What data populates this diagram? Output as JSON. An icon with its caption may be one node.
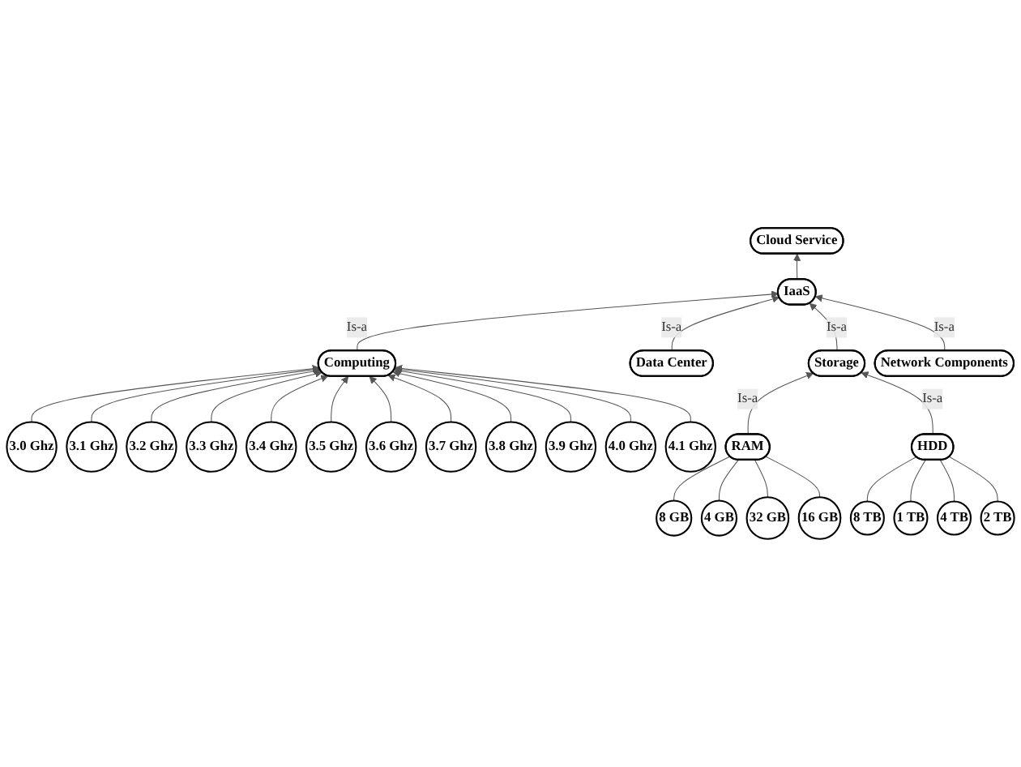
{
  "diagram": {
    "nodes": [
      {
        "text": [
          "Cloud Service"
        ]
      },
      {
        "text": [
          "IaaS"
        ]
      },
      {
        "text": [
          "Computing"
        ]
      },
      {
        "text": [
          "Data Center"
        ]
      },
      {
        "text": [
          "Storage"
        ]
      },
      {
        "text": [
          "Network Components"
        ]
      },
      {
        "text": [
          "3.0 Ghz"
        ]
      },
      {
        "text": [
          "3.1 Ghz"
        ]
      },
      {
        "text": [
          "3.2 Ghz"
        ]
      },
      {
        "text": [
          "3.3 Ghz"
        ]
      },
      {
        "text": [
          "3.4 Ghz"
        ]
      },
      {
        "text": [
          "3.5 Ghz"
        ]
      },
      {
        "text": [
          "3.6 Ghz"
        ]
      },
      {
        "text": [
          "3.7 Ghz"
        ]
      },
      {
        "text": [
          "3.8 Ghz"
        ]
      },
      {
        "text": [
          "3.9 Ghz"
        ]
      },
      {
        "text": [
          "4.0 Ghz"
        ]
      },
      {
        "text": [
          "4.1 Ghz"
        ]
      },
      {
        "text": [
          "RAM"
        ]
      },
      {
        "text": [
          "HDD"
        ]
      },
      {
        "text": [
          "8 GB"
        ]
      },
      {
        "text": [
          "4 GB"
        ]
      },
      {
        "text": [
          "32 GB"
        ]
      },
      {
        "text": [
          "16 GB"
        ]
      },
      {
        "text": [
          "8 TB"
        ]
      },
      {
        "text": [
          "1 TB"
        ]
      },
      {
        "text": [
          "4 TB"
        ]
      },
      {
        "text": [
          "2 TB"
        ]
      }
    ],
    "edges": [
      {
        "from": 1,
        "to": 0,
        "arrow": "to"
      },
      {
        "from": 2,
        "to": 1,
        "arrow": "to",
        "label": "Is-a"
      },
      {
        "from": 3,
        "to": 1,
        "arrow": "to",
        "label": "Is-a"
      },
      {
        "from": 4,
        "to": 1,
        "arrow": "to",
        "label": "Is-a"
      },
      {
        "from": 5,
        "to": 1,
        "arrow": "to",
        "label": "Is-a"
      },
      {
        "from": 18,
        "to": 4,
        "arrow": "to",
        "label": "Is-a"
      },
      {
        "from": 19,
        "to": 4,
        "arrow": "to",
        "label": "Is-a"
      },
      {
        "from": 6,
        "to": 2,
        "arrow": "to"
      },
      {
        "from": 7,
        "to": 2,
        "arrow": "to"
      },
      {
        "from": 8,
        "to": 2,
        "arrow": "to"
      },
      {
        "from": 9,
        "to": 2,
        "arrow": "to"
      },
      {
        "from": 10,
        "to": 2,
        "arrow": "to"
      },
      {
        "from": 11,
        "to": 2,
        "arrow": "to"
      },
      {
        "from": 12,
        "to": 2,
        "arrow": "to"
      },
      {
        "from": 13,
        "to": 2,
        "arrow": "to"
      },
      {
        "from": 14,
        "to": 2,
        "arrow": "to"
      },
      {
        "from": 15,
        "to": 2,
        "arrow": "to"
      },
      {
        "from": 16,
        "to": 2,
        "arrow": "to"
      },
      {
        "from": 17,
        "to": 2,
        "arrow": "to"
      },
      {
        "from": 20,
        "to": 18,
        "arrow": "none"
      },
      {
        "from": 21,
        "to": 18,
        "arrow": "none"
      },
      {
        "from": 22,
        "to": 18,
        "arrow": "none"
      },
      {
        "from": 23,
        "to": 18,
        "arrow": "none"
      },
      {
        "from": 24,
        "to": 19,
        "arrow": "none"
      },
      {
        "from": 25,
        "to": 19,
        "arrow": "none"
      },
      {
        "from": 26,
        "to": 19,
        "arrow": "none"
      },
      {
        "from": 27,
        "to": 19,
        "arrow": "none"
      }
    ]
  }
}
